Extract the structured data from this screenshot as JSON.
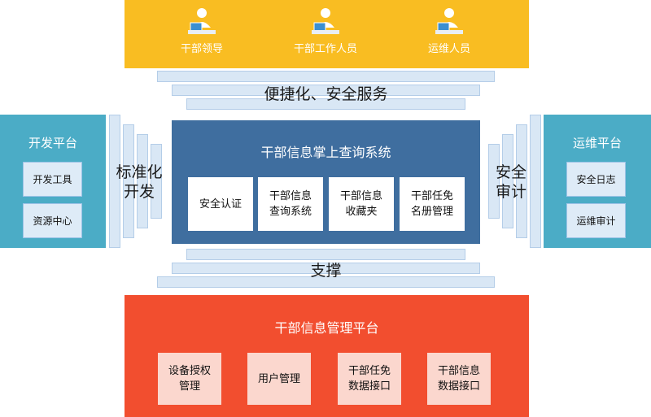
{
  "users": [
    "干部领导",
    "干部工作人员",
    "运维人员"
  ],
  "top_connector": "便捷化、安全服务",
  "system": {
    "title": "干部信息掌上查询系统",
    "modules": [
      "安全认证",
      "干部信息\n查询系统",
      "干部信息\n收藏夹",
      "干部任免\n名册管理"
    ]
  },
  "left_platform": {
    "title": "开发平台",
    "items": [
      "开发工具",
      "资源中心"
    ]
  },
  "left_connector": [
    "标准化",
    "开发"
  ],
  "right_platform": {
    "title": "运维平台",
    "items": [
      "安全日志",
      "运维审计"
    ]
  },
  "right_connector": [
    "安全",
    "审计"
  ],
  "bottom_connector": "支撑",
  "bottom_platform": {
    "title": "干部信息管理平台",
    "modules": [
      "设备授权\n管理",
      "用户管理",
      "干部任免\n数据接口",
      "干部信息\n数据接口"
    ]
  },
  "colors": {
    "top_band": "#f9bd22",
    "system": "#3f6e9f",
    "side": "#4bacc6",
    "bottom": "#f24e2f",
    "connector": "#d9e7f5"
  },
  "icons": [
    "user-at-computer-icon"
  ]
}
